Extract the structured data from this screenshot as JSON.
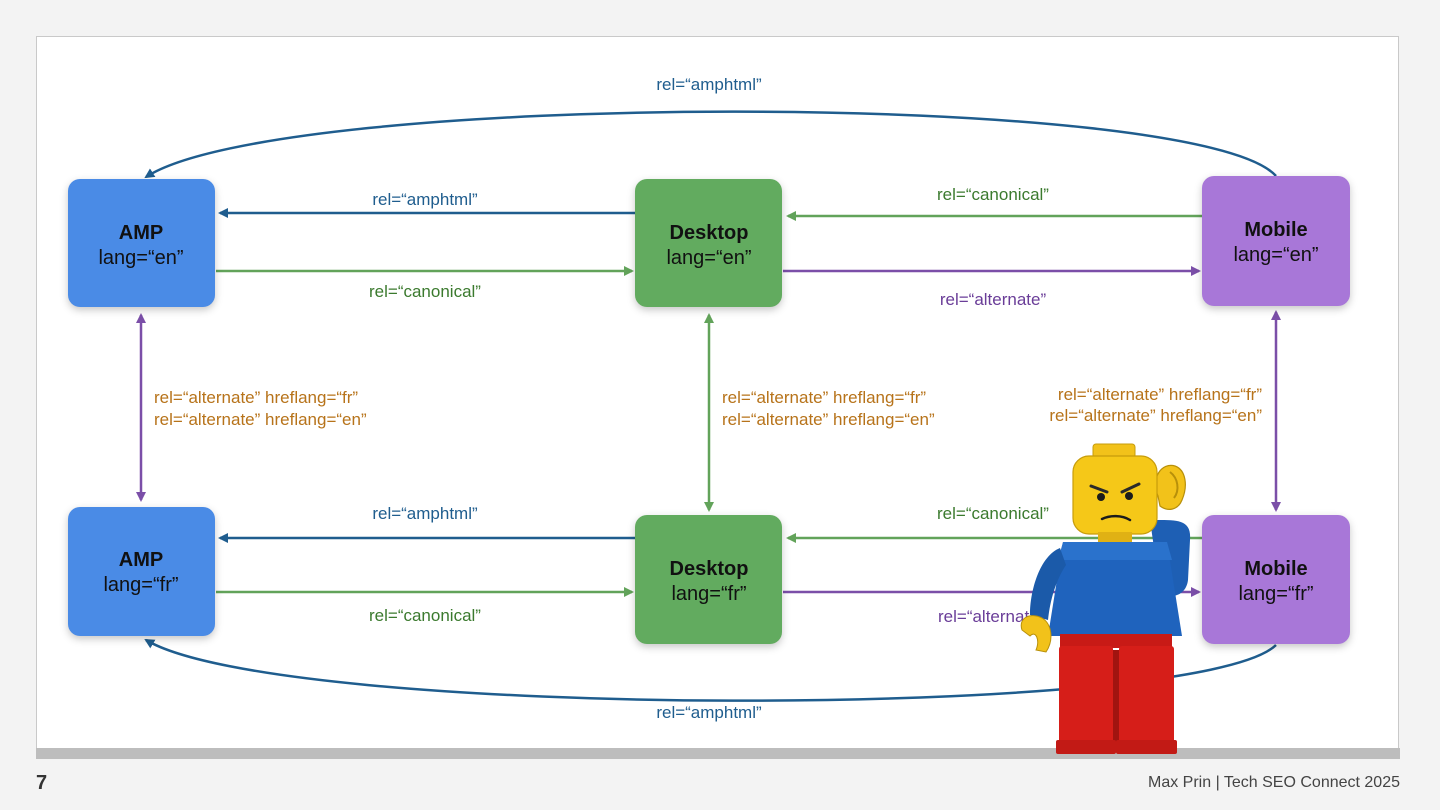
{
  "nodes": {
    "amp_en": {
      "title": "AMP",
      "lang": "lang=“en”",
      "color": "#4a8be6"
    },
    "desktop_en": {
      "title": "Desktop",
      "lang": "lang=“en”",
      "color": "#62ab5f"
    },
    "mobile_en": {
      "title": "Mobile",
      "lang": "lang=“en”",
      "color": "#a877d8"
    },
    "amp_fr": {
      "title": "AMP",
      "lang": "lang=“fr”",
      "color": "#4a8be6"
    },
    "desktop_fr": {
      "title": "Desktop",
      "lang": "lang=“fr”",
      "color": "#62ab5f"
    },
    "mobile_fr": {
      "title": "Mobile",
      "lang": "lang=“fr”",
      "color": "#a877d8"
    }
  },
  "edges": {
    "top_arc": "rel=“amphtml”",
    "bottom_arc": "rel=“amphtml”",
    "en_desktop_to_amp": "rel=“amphtml”",
    "en_amp_to_desktop": "rel=“canonical”",
    "en_mobile_to_desktop": "rel=“canonical”",
    "en_desktop_to_mobile": "rel=“alternate”",
    "fr_desktop_to_amp": "rel=“amphtml”",
    "fr_amp_to_desktop": "rel=“canonical”",
    "fr_mobile_to_desktop": "rel=“canonical”",
    "fr_desktop_to_mobile": "rel=“alternat",
    "hreflang_line1": "rel=“alternate” hreflang=“fr”",
    "hreflang_line2": "rel=“alternate” hreflang=“en”"
  },
  "colors": {
    "amphtml": "#1f5d8e",
    "canonical": "#62a35a",
    "alternate": "#7b4fa8",
    "hreflang": "#b7731a"
  },
  "mascot": "lego-minifigure",
  "footer": {
    "page_number": "7",
    "credit": "Max Prin | Tech SEO Connect 2025"
  }
}
